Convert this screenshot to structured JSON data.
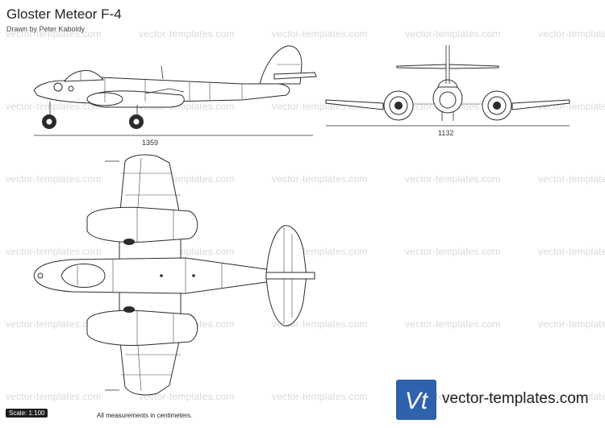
{
  "header": {
    "title": "Gloster Meteor F-4",
    "credit": "Drawn by Peter Kaboldy"
  },
  "views": {
    "side_span": "1359",
    "front_span": "1132"
  },
  "watermark_text": "vector-templates.com",
  "footer": {
    "scale": "Scale: 1:100",
    "note": "All measurements in centimeters.",
    "brand_url": "vector-templates.com",
    "logo_text": "Vt"
  },
  "colors": {
    "line": "#2b2b2b",
    "watermark": "#d9d9d9",
    "logo_blue": "#2f62ad"
  }
}
